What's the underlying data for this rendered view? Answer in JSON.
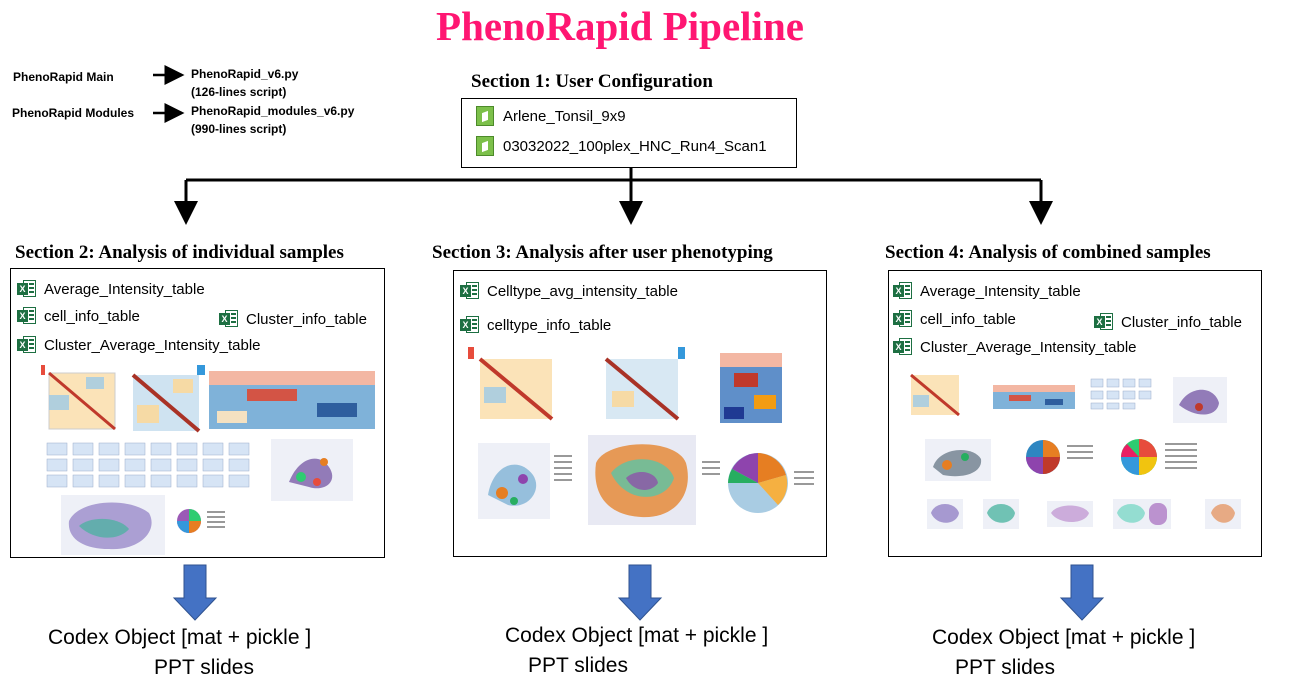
{
  "title": "PhenoRapid Pipeline",
  "scripts": [
    {
      "label": "PhenoRapid Main",
      "file": "PhenoRapid_v6.py",
      "lines": "(126-lines script)"
    },
    {
      "label": "PhenoRapid Modules",
      "file": "PhenoRapid_modules_v6.py",
      "lines": "(990-lines script)"
    }
  ],
  "section1": {
    "heading": "Section 1: User Configuration",
    "items": [
      "Arlene_Tonsil_9x9",
      "03032022_100plex_HNC_Run4_Scan1"
    ],
    "icon": "folder-icon"
  },
  "section2": {
    "heading": "Section 2: Analysis of individual samples",
    "files": [
      "Average_Intensity_table",
      "cell_info_table",
      "Cluster_info_table",
      "Cluster_Average_Intensity_table"
    ],
    "icon": "excel-icon"
  },
  "section3": {
    "heading": "Section 3: Analysis after user phenotyping",
    "files": [
      "Celltype_avg_intensity_table",
      "celltype_info_table"
    ],
    "icon": "excel-icon"
  },
  "section4": {
    "heading": "Section 4: Analysis of combined samples",
    "files": [
      "Average_Intensity_table",
      "cell_info_table",
      "Cluster_info_table",
      "Cluster_Average_Intensity_table"
    ],
    "icon": "excel-icon"
  },
  "outputs": [
    {
      "line1": "Codex Object [mat + pickle ]",
      "line2": "PPT slides"
    },
    {
      "line1": "Codex Object [mat + pickle ]",
      "line2": "PPT slides"
    },
    {
      "line1": "Codex Object [mat + pickle ]",
      "line2": "PPT slides"
    }
  ],
  "colors": {
    "title": "#ff1672",
    "output_arrow": "#4472c4",
    "excel_green": "#1d6f42",
    "folder_green": "#7cc04a"
  }
}
